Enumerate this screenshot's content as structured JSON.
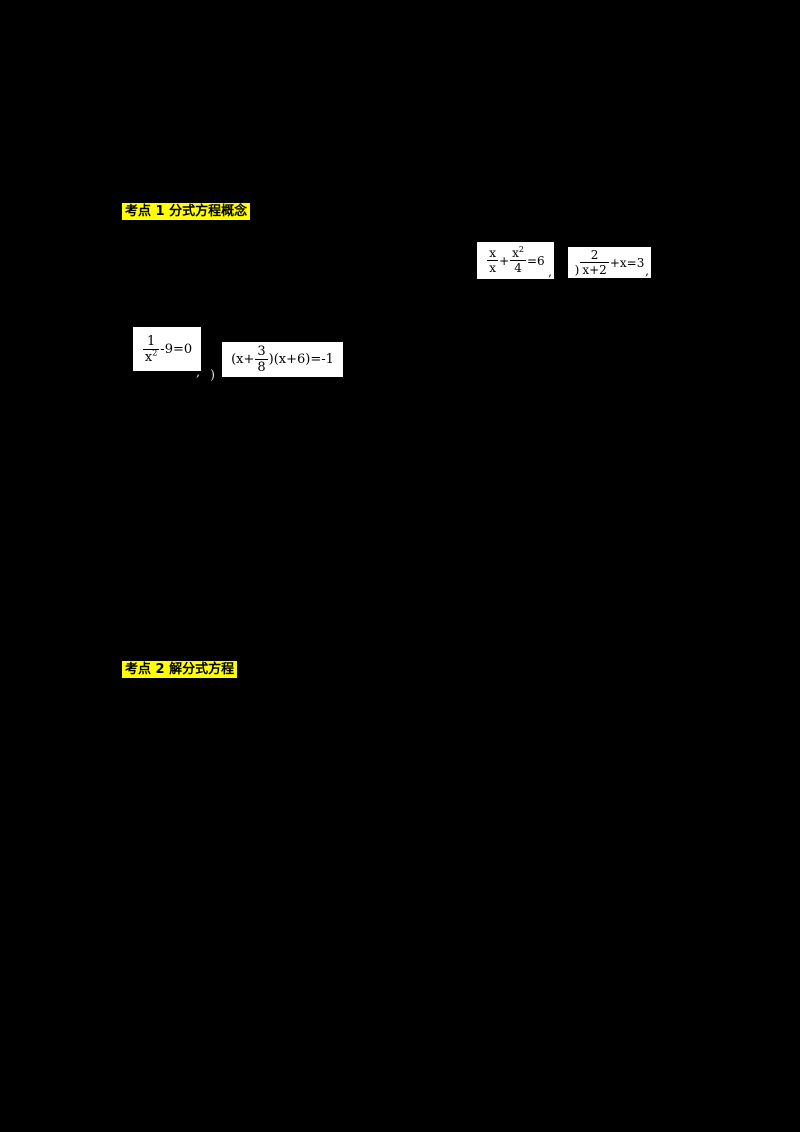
{
  "headings": {
    "h1": "考点 1 分式方程概念",
    "h2": "考点 2 解分式方程"
  },
  "eq1": {
    "f1_num": "x",
    "f1_den": "x",
    "plus": "+",
    "f2_num_base": "x",
    "f2_num_sup": "2",
    "f2_den": "4",
    "equals": "=6",
    "comma": ","
  },
  "eq2": {
    "paren": ")",
    "f_num": "2",
    "f_den": "x+2",
    "tail": "+x=3",
    "comma": ","
  },
  "eq3": {
    "f_num": "1",
    "f_den_base": "x",
    "f_den_sup": "2",
    "tail": "-9=0"
  },
  "stray": {
    "comma": ",",
    "paren": ")"
  },
  "eq4": {
    "lead": "(x+",
    "f_num": "3",
    "f_den": "8",
    "tail": ")(x+6)=-1"
  }
}
